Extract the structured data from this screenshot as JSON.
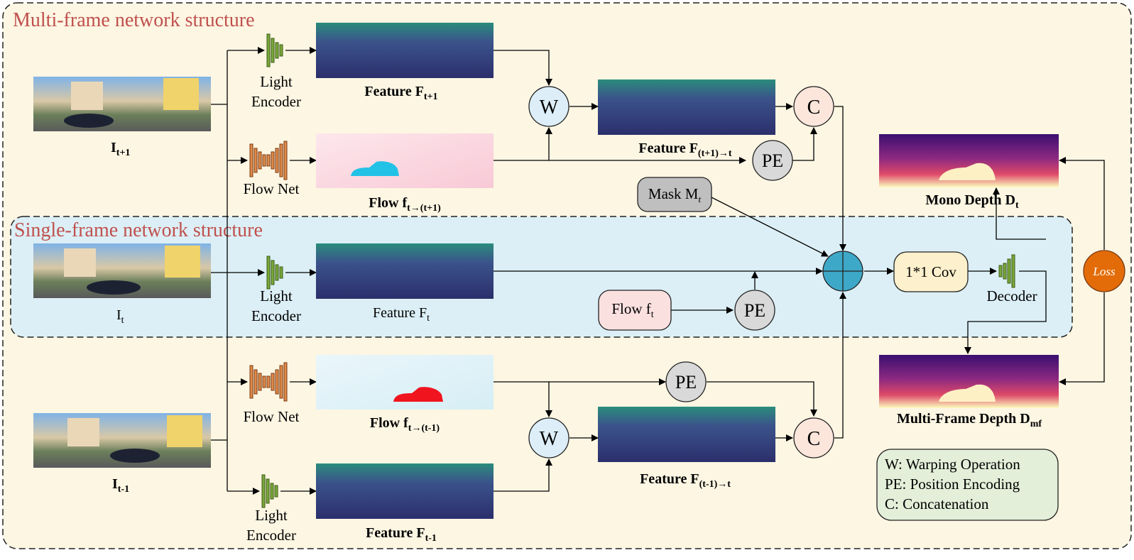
{
  "titles": {
    "multi": "Multi-frame network structure",
    "single": "Single-frame network structure"
  },
  "inputs": {
    "next": {
      "base": "I",
      "sub": "t+1"
    },
    "cur": {
      "base": "I",
      "sub": "t"
    },
    "prev": {
      "base": "I",
      "sub": "t-1"
    }
  },
  "modules": {
    "light_encoder_l1": "Light",
    "light_encoder_l2": "Encoder",
    "flow_net": "Flow Net",
    "decoder": "Decoder",
    "conv": "1*1 Cov"
  },
  "features": {
    "next": {
      "base": "Feature F",
      "sub": "t+1"
    },
    "cur": {
      "base": "Feature F",
      "sub": "t"
    },
    "prev": {
      "base": "Feature F",
      "sub": "t-1"
    },
    "warped_next": {
      "base": "Feature F",
      "sub": "(t+1)→t"
    },
    "warped_prev": {
      "base": "Feature F",
      "sub": "(t-1)→t"
    }
  },
  "flows": {
    "to_next": {
      "base": "Flow f",
      "sub": "t→(t+1)"
    },
    "to_prev": {
      "base": "Flow f",
      "sub": "t→(t-1)"
    },
    "cur": {
      "base": "Flow f",
      "sub": "t"
    }
  },
  "ops": {
    "warp": "W",
    "concat": "C",
    "pe": "PE",
    "loss": "Loss"
  },
  "mask": {
    "base": "Mask M",
    "sub": "t"
  },
  "outputs": {
    "mono": {
      "base": "Mono Depth D",
      "sub": "t"
    },
    "multi": {
      "base": "Multi-Frame Depth D",
      "sub": "mf"
    }
  },
  "legend": {
    "line1": "W: Warping Operation",
    "line2": "PE: Position Encoding",
    "line3": "C: Concatenation"
  },
  "colors": {
    "outer_bg": "#fdf6e3",
    "single_bg": "#dceff6",
    "title_red": "#c0504d",
    "warp_fill": "#ddeef8",
    "concat_fill": "#fce6dc",
    "pe_fill": "#d9d9d9",
    "mask_fill": "#bfbfbf",
    "flow_box_fill": "#fbe0e0",
    "conv_fill": "#fdf0cc",
    "legend_fill": "#e3efd9",
    "fusion_fill": "#3ea8c8",
    "loss_fill": "#e36c09",
    "encoder_green": "#5a7d2a",
    "flownet_orange": "#c0672a"
  }
}
